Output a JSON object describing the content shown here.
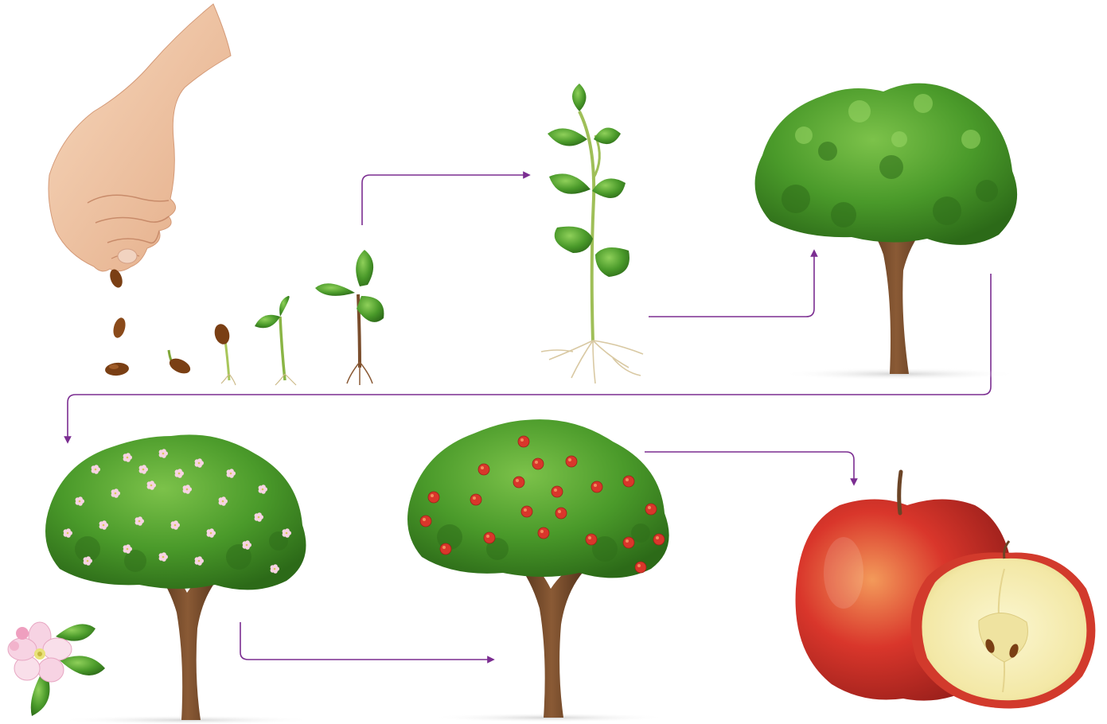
{
  "diagram": {
    "stages": [
      {
        "name": "hand-planting-seed",
        "icon": "hand-icon"
      },
      {
        "name": "seed",
        "icon": "seed-icon"
      },
      {
        "name": "germinating-seed",
        "icon": "germinating-seed-icon"
      },
      {
        "name": "sprout",
        "icon": "sprout-icon"
      },
      {
        "name": "seedling",
        "icon": "seedling-icon"
      },
      {
        "name": "young-plant",
        "icon": "young-plant-icon"
      },
      {
        "name": "mature-tree",
        "icon": "tree-icon"
      },
      {
        "name": "flowering-tree",
        "icon": "flowering-tree-icon"
      },
      {
        "name": "apple-blossom",
        "icon": "apple-blossom-icon"
      },
      {
        "name": "fruiting-tree",
        "icon": "fruiting-tree-icon"
      },
      {
        "name": "apple-fruit",
        "icon": "apple-icon"
      }
    ],
    "flow": [
      [
        "seedling",
        "young-plant"
      ],
      [
        "young-plant",
        "mature-tree"
      ],
      [
        "mature-tree",
        "flowering-tree"
      ],
      [
        "flowering-tree",
        "fruiting-tree"
      ],
      [
        "fruiting-tree",
        "apple-fruit"
      ]
    ],
    "colors": {
      "arrow": "#7b2d91",
      "leaf": "#4a9a2a",
      "leaf_dark": "#2f6e1a",
      "trunk": "#6b4426",
      "apple": "#d9362b",
      "apple_flesh": "#f6f0b8",
      "blossom": "#f7d3e3",
      "skin": "#f3c9a8"
    }
  }
}
